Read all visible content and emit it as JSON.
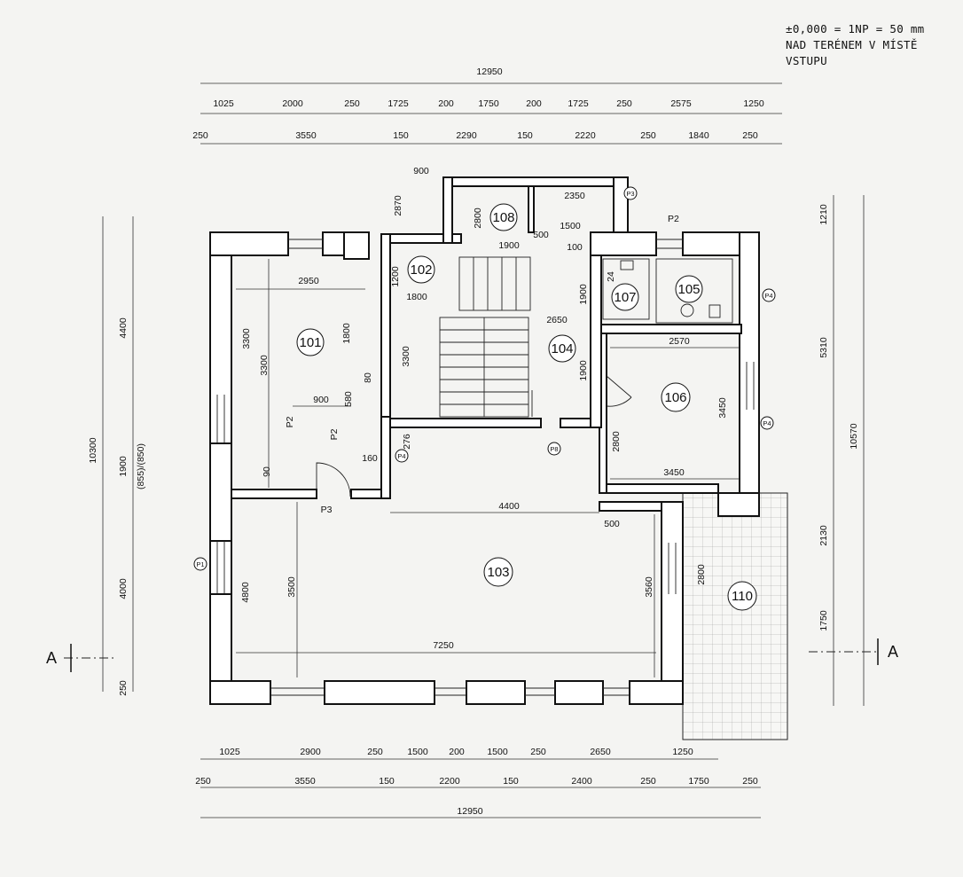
{
  "note": {
    "line1": "±0,000 = 1NP = 50 mm",
    "line2": "NAD TERÉNEM V MÍSTĚ",
    "line3": "VSTUPU"
  },
  "section_marker": {
    "left": "A",
    "right": "A"
  },
  "top_dims": {
    "overall": "12950",
    "row1": [
      "1025",
      "2000",
      "250",
      "1725",
      "200",
      "1750",
      "200",
      "1725",
      "250",
      "2575",
      "1250"
    ],
    "row2": [
      "250",
      "3550",
      "150",
      "2290",
      "150",
      "2220",
      "250",
      "1840",
      "250"
    ]
  },
  "bottom_dims": {
    "row1": [
      "1025",
      "2900",
      "250",
      "1500",
      "200",
      "1500",
      "250",
      "2650",
      "1250"
    ],
    "row2": [
      "250",
      "3550",
      "150",
      "2200",
      "150",
      "2400",
      "250",
      "1750",
      "250"
    ],
    "overall": "12950"
  },
  "left_dims": {
    "overall": "10300",
    "segments": [
      "4400",
      "1900",
      "4000",
      "250"
    ],
    "sill": "(855)/(850)"
  },
  "right_dims": {
    "overall": "10570",
    "segments": [
      "1210",
      "5310",
      "2130",
      "1750"
    ]
  },
  "rooms": [
    "101",
    "102",
    "103",
    "104",
    "105",
    "106",
    "107",
    "108",
    "110"
  ],
  "inner_dims": {
    "r101_w": "2950",
    "r101_h1": "3300",
    "r101_h2": "3300",
    "r101_h3": "1800",
    "r101_900": "900",
    "r101_160": "160",
    "r101_580": "580",
    "r101_80": "80",
    "r101_90": "90",
    "r102_w": "1800",
    "r102_h": "1200",
    "r108_h": "2800",
    "r108_w": "1900",
    "r108_500": "500",
    "r108_900": "900",
    "r108_2870": "2870",
    "r108_2350": "2350",
    "r108_1500": "1500",
    "r108_100": "100",
    "r104_w": "2650",
    "r104_h1": "1900",
    "r104_h2": "1900",
    "stair_h": "3300",
    "r107_24": "24",
    "r106_w_top": "2570",
    "r106_h": "3450",
    "r106_w": "3450",
    "r106_h2": "2800",
    "r103_w1": "4400",
    "r103_500": "500",
    "r103_h1": "4800",
    "r103_h2": "3500",
    "r103_h3": "3560",
    "r103_w2": "7250",
    "r110_h": "2800",
    "r276": "276"
  },
  "tags": {
    "P1": "P1",
    "P2a": "P2",
    "P2b": "P2",
    "P2c": "P2",
    "P3": "P3",
    "P3b": "P3",
    "P4a": "P4",
    "P4b": "P4",
    "P4c": "P4",
    "P8": "P8"
  }
}
